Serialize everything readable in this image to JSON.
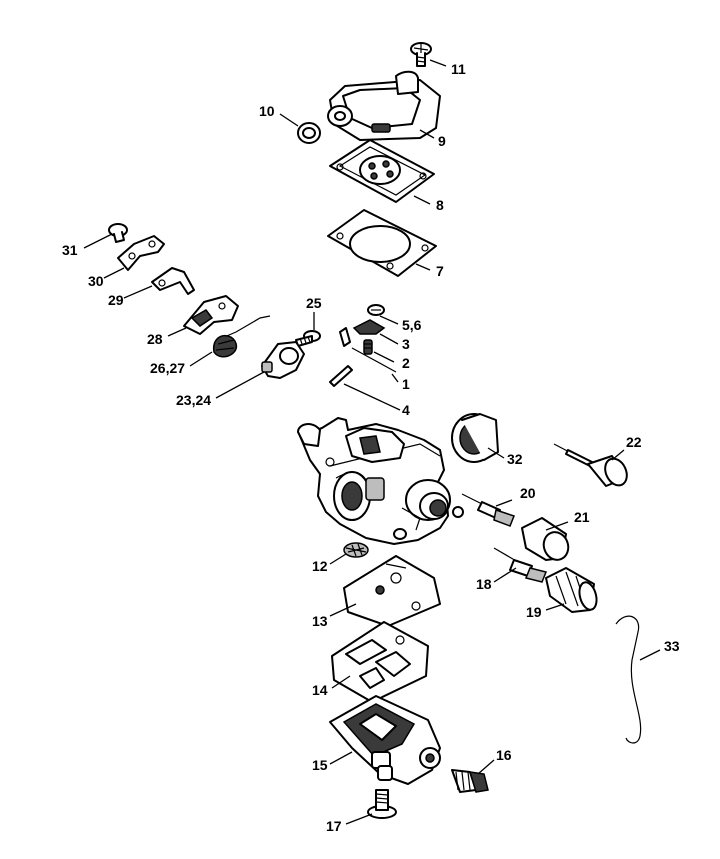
{
  "callouts": {
    "c1": "1",
    "c2": "2",
    "c3": "3",
    "c4": "4",
    "c5_6": "5,6",
    "c7": "7",
    "c8": "8",
    "c9": "9",
    "c10": "10",
    "c11": "11",
    "c12": "12",
    "c13": "13",
    "c14": "14",
    "c15": "15",
    "c16": "16",
    "c17": "17",
    "c18": "18",
    "c19": "19",
    "c20": "20",
    "c21": "21",
    "c22": "22",
    "c23_24": "23,24",
    "c25": "25",
    "c26_27": "26,27",
    "c28": "28",
    "c29": "29",
    "c30": "30",
    "c31": "31",
    "c32": "32",
    "c33": "33"
  }
}
